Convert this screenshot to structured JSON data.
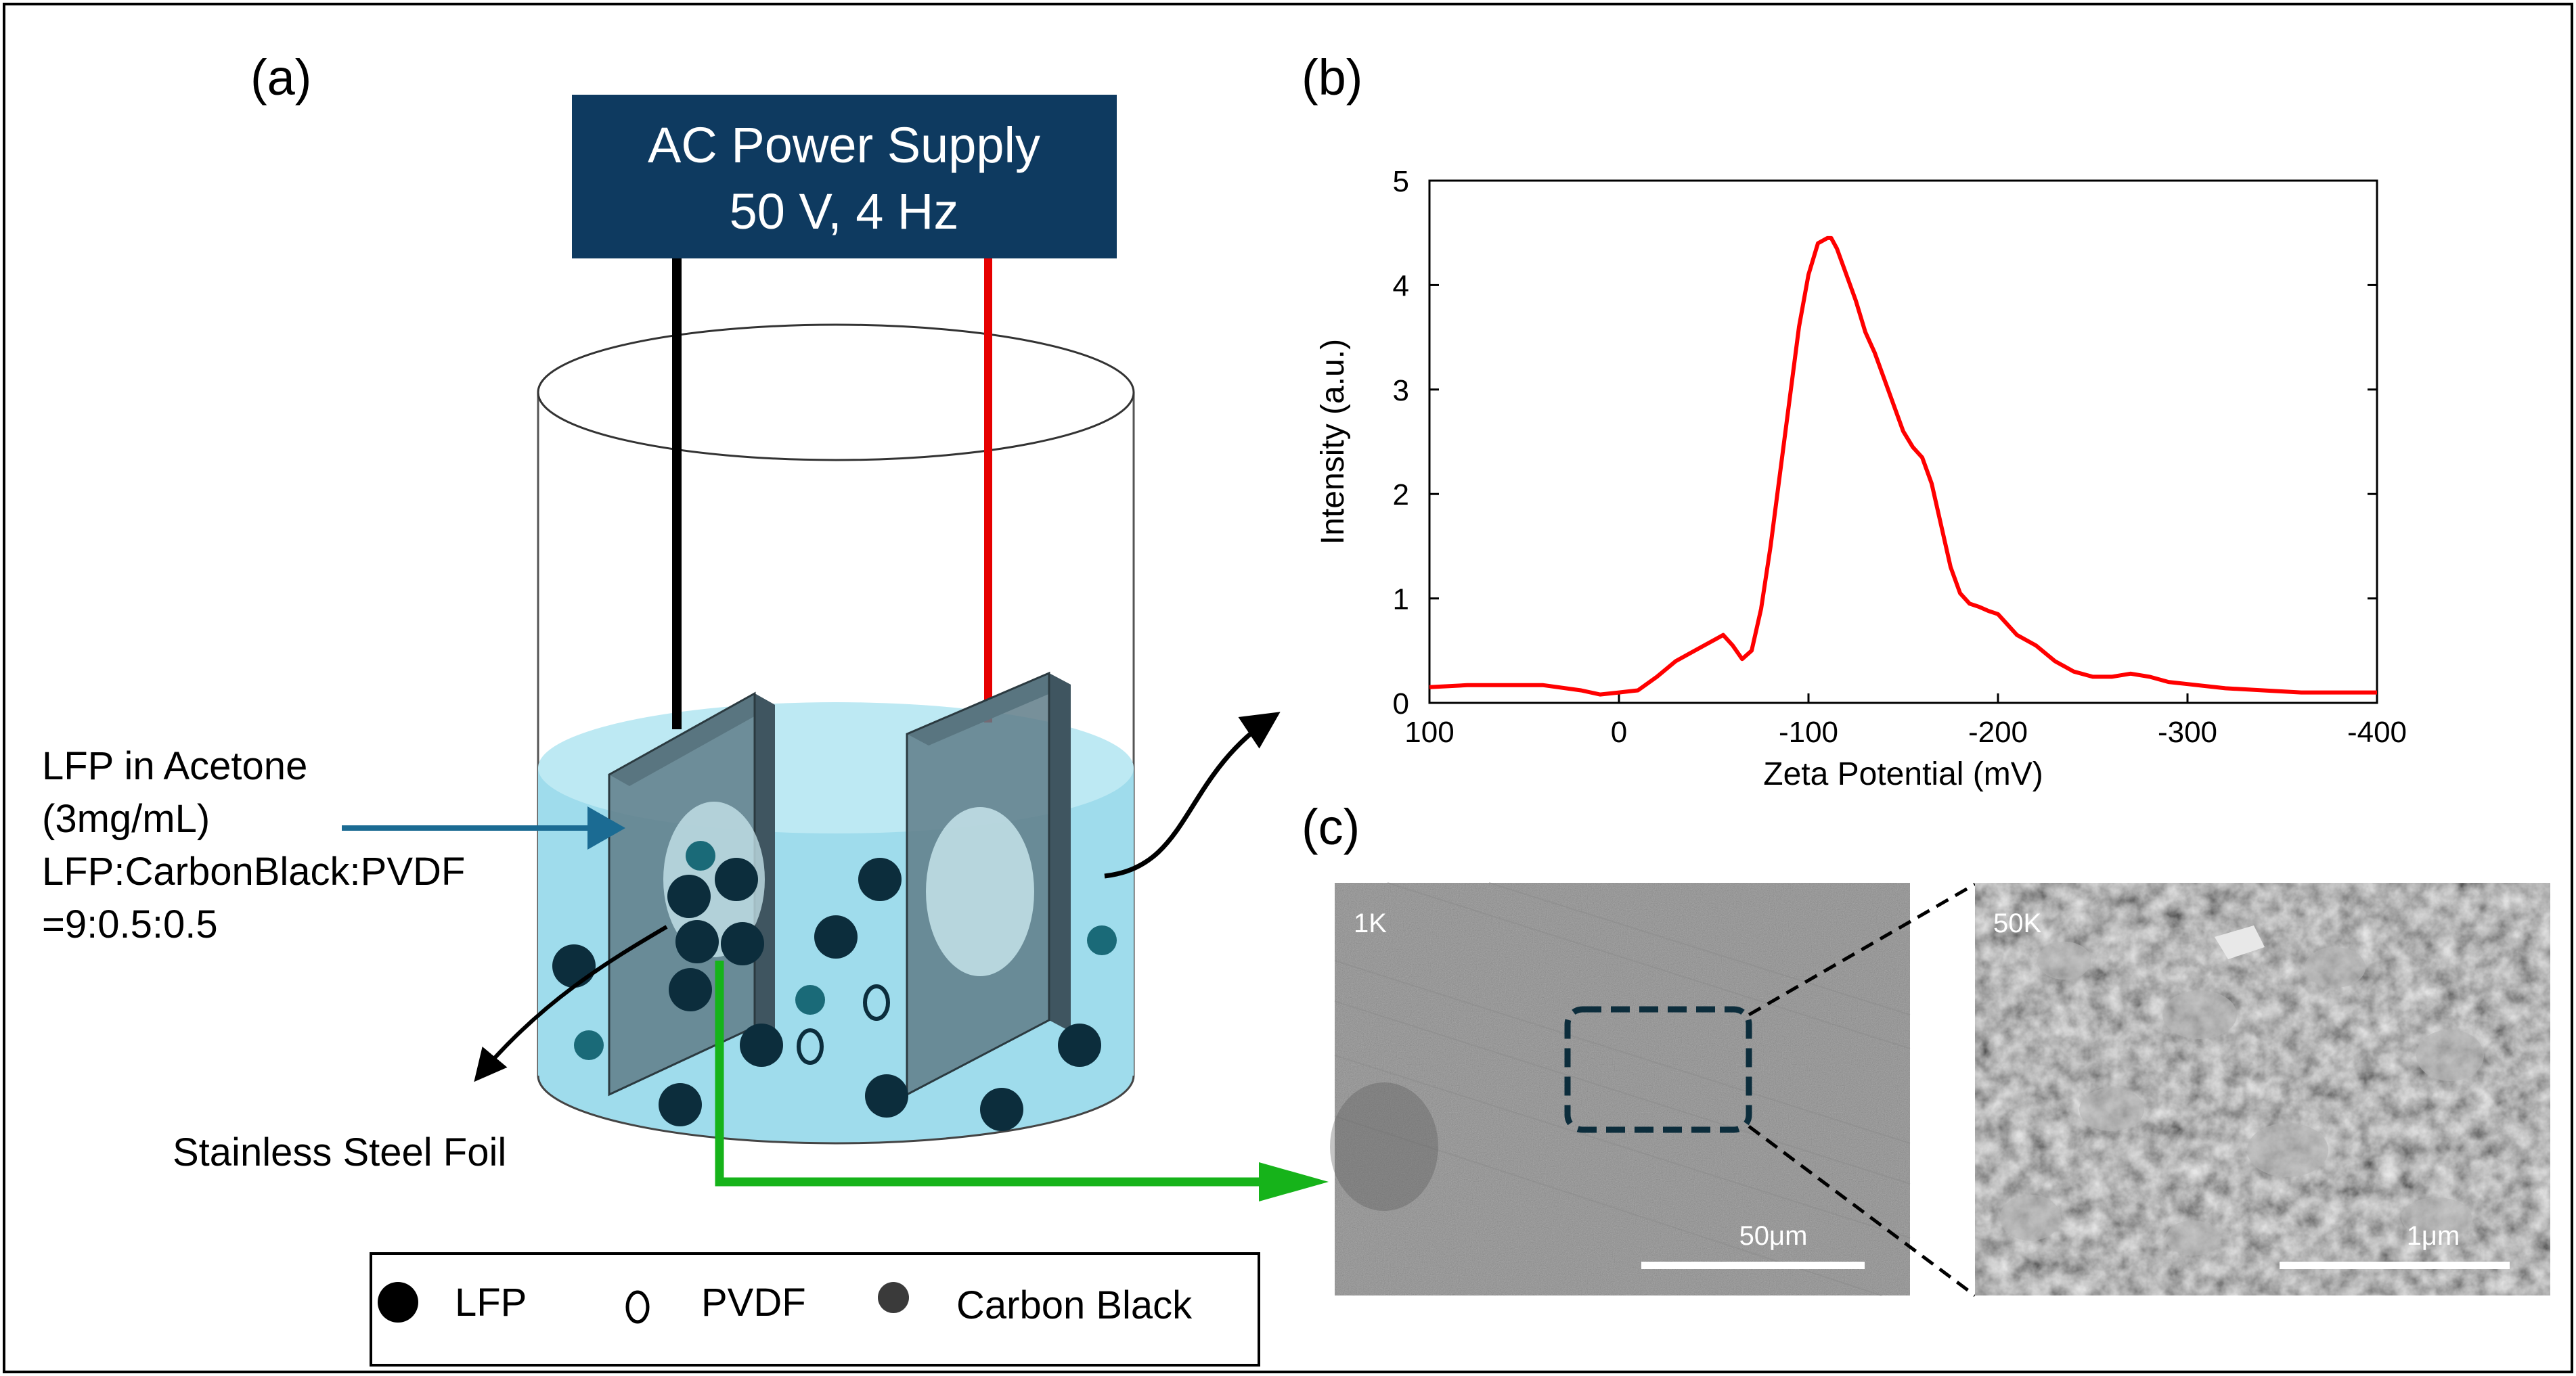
{
  "panels": {
    "a": "(a)",
    "b": "(b)",
    "c": "(c)"
  },
  "setup": {
    "power_supply_line1": "AC Power Supply",
    "power_supply_line2": "50 V, 4 Hz",
    "solution_line1": "LFP in Acetone",
    "solution_line2": "(3mg/mL)",
    "solution_line3": "LFP:CarbonBlack:PVDF",
    "solution_line4": "=9:0.5:0.5",
    "foil_label": "Stainless Steel Foil",
    "colors": {
      "supply_box": "#0e3a60",
      "solution": "#9fdcec",
      "particle_lfp": "#0c2d3c",
      "particle_carbon": "#1a6a78",
      "electrode": "#5f7d88",
      "wire_negative": "#000000",
      "wire_positive": "#e60000",
      "arrow_green": "#16b31a",
      "arrow_blue": "#1b6b93"
    }
  },
  "legend": {
    "lfp": "LFP",
    "pvdf": "PVDF",
    "carbon_black": "Carbon Black"
  },
  "chart_data": {
    "type": "line",
    "xlabel": "Zeta Potential (mV)",
    "ylabel": "Intensity (a.u.)",
    "xlim": [
      100,
      -400
    ],
    "ylim": [
      0,
      5
    ],
    "x_ticks": [
      "100",
      "0",
      "-100",
      "-200",
      "-300",
      "-400"
    ],
    "y_ticks": [
      "0",
      "1",
      "2",
      "3",
      "4",
      "5"
    ],
    "grid": false,
    "line_color": "#ff0000",
    "series": [
      {
        "x": [
          100,
          80,
          60,
          40,
          20,
          10,
          0,
          -10,
          -20,
          -30,
          -40,
          -50,
          -55,
          -60,
          -65,
          -70,
          -75,
          -80,
          -85,
          -90,
          -95,
          -100,
          -105,
          -110,
          -112,
          -115,
          -120,
          -125,
          -130,
          -135,
          -140,
          -145,
          -150,
          -155,
          -160,
          -165,
          -170,
          -175,
          -180,
          -185,
          -190,
          -195,
          -200,
          -205,
          -210,
          -220,
          -230,
          -240,
          -250,
          -260,
          -270,
          -280,
          -290,
          -300,
          -320,
          -340,
          -360,
          -380,
          -400
        ],
        "y": [
          0.15,
          0.17,
          0.17,
          0.17,
          0.12,
          0.08,
          0.1,
          0.12,
          0.25,
          0.4,
          0.5,
          0.6,
          0.65,
          0.55,
          0.42,
          0.5,
          0.9,
          1.5,
          2.2,
          2.9,
          3.6,
          4.1,
          4.4,
          4.45,
          4.45,
          4.35,
          4.1,
          3.85,
          3.55,
          3.35,
          3.1,
          2.85,
          2.6,
          2.45,
          2.35,
          2.1,
          1.7,
          1.3,
          1.05,
          0.95,
          0.92,
          0.88,
          0.85,
          0.75,
          0.65,
          0.55,
          0.4,
          0.3,
          0.25,
          0.25,
          0.28,
          0.25,
          0.2,
          0.18,
          0.14,
          0.12,
          0.1,
          0.1,
          0.1
        ]
      }
    ]
  },
  "sem": {
    "left_mag": "1K",
    "left_scale": "50μm",
    "right_mag": "50K",
    "right_scale": "1μm"
  }
}
